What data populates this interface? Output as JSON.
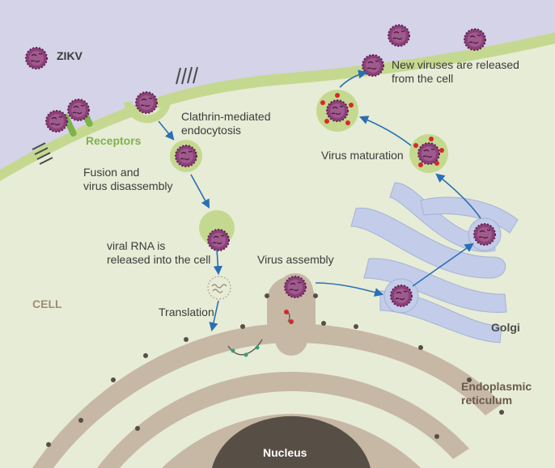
{
  "labels": {
    "zikv": "ZIKV",
    "receptors": "Receptors",
    "endocytosis": [
      "Clathrin-mediated",
      "endocytosis"
    ],
    "fusion": [
      "Fusion and",
      "virus disassembly"
    ],
    "rna_release": [
      "viral RNA  is",
      "released into the cell"
    ],
    "translation": "Translation",
    "assembly": "Virus assembly",
    "maturation": "Virus maturation",
    "release": [
      "New viruses are released",
      "from the cell"
    ],
    "cell": "CELL",
    "golgi": "Golgi",
    "er": [
      "Endoplasmic",
      "reticulum"
    ],
    "nucleus": "Nucleus"
  },
  "colors": {
    "outside": "#d5d3e7",
    "cytoplasm": "#e7ecd6",
    "membrane": "#c4d98f",
    "virus": "#8d3f79",
    "er": "#c6b8a5",
    "golgi": "#c3cde9",
    "nucleus": "#574e45",
    "arrow": "#2a6fb5"
  },
  "icons": [
    "virus-icon",
    "receptor-icon",
    "vesicle-icon",
    "rna-icon",
    "ribosome-icon"
  ]
}
